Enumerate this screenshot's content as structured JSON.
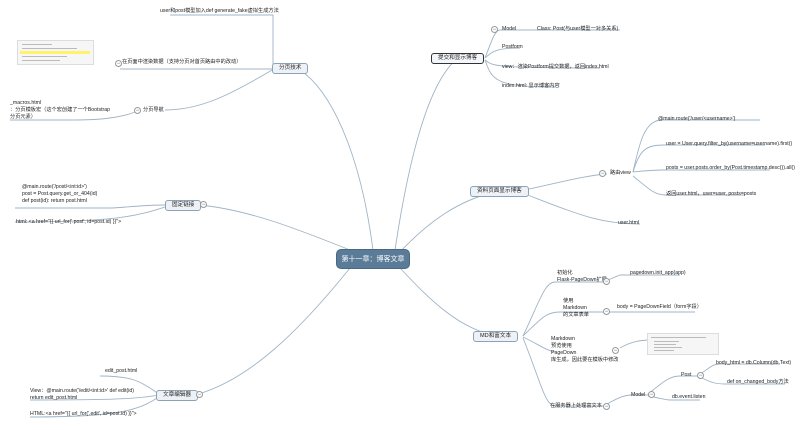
{
  "root": "第十一章：博客文章",
  "branches": {
    "pagination": {
      "label": "分页技术",
      "fake_data": "user和post模型加入def generate_fake虚拟生成方法",
      "render": "在页面中渲染数据（支持分页对首页路由中的改动）",
      "nav": "分页导航",
      "macros": "_macros.html\n：分页模板宏（这个宏创建了一个Bootstrap\n分页元素）"
    },
    "permalink": {
      "label": "固定链接",
      "route": "@main.route('/post/<int:id>')\npost = Post.query.get_or_404(id)\ndef post(id): return post.html",
      "html": "html: <a href=\"{{ url_for('.post', id=post.id) }}\">"
    },
    "editor": {
      "label": "文章编辑器",
      "edit_post": "edit_post.html",
      "view": "View：@main.route('/edit/<int:id>' def edit(id)\nreturn edit_post.html",
      "html": "HTML:<a href=\"{{ url_for('.edit', id=post.id) }}\">"
    },
    "submit": {
      "label": "提交和显示博客",
      "model": "Model",
      "model_class": "Class: Post(与user模型一对多关系)",
      "postform": "Postform",
      "view": "view：渲染Postform提交数据，返回index.html",
      "index": "index.html: 显示博客内容"
    },
    "profile": {
      "label": "资料页面显示博客",
      "views": "路由view",
      "route": "@main.route('/user/<username>')",
      "user_q": "user = User.query.filter_by(username=username).first()",
      "posts_q": "posts = user.posts.order_by(Post.timestamp.desc()).all()",
      "ret": "返回user.html，user=user, posts=posts",
      "user_html": "user.html"
    },
    "markdown": {
      "label": "MD和富文本",
      "init": "初始化\nFlask-PageDown扩展",
      "init_code": "pagedown.init_app(app)",
      "use_md": "使用\nMarkdown\n的文章表单",
      "body_field": "body = PageDownField（form字段）",
      "preview": "Markdown\n预览使用\nPageDown\n库生成，因此要在模板中修改",
      "server": "在服务器上处理富文本",
      "model": "Model",
      "post": "Post",
      "body_html": "body_html = db.Column(db.Text)",
      "on_changed": "def on_changed_body方法",
      "listen": "db.event.listen"
    }
  },
  "colors": {
    "edge": "#9fb4c6",
    "root_bg": "#5b7c99",
    "node_bg": "#eef2f6",
    "node_border": "#8ba3b8"
  }
}
